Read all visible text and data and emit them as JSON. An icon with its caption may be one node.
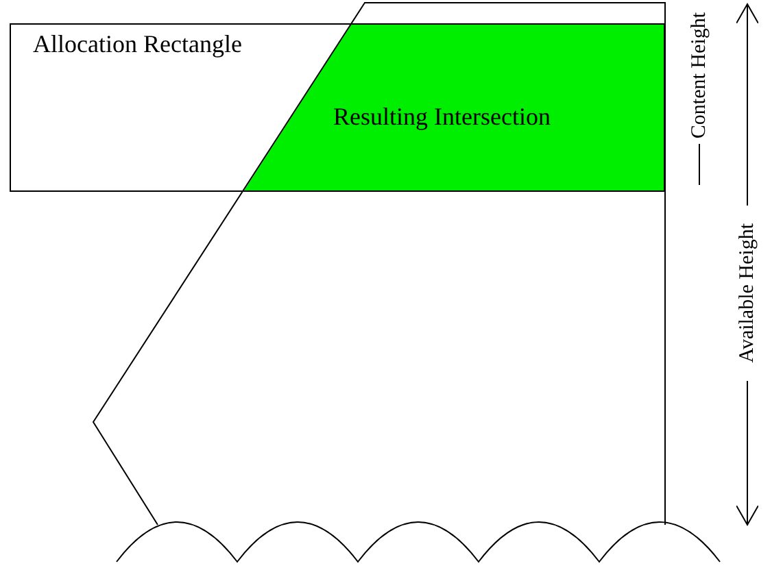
{
  "diagram": {
    "nodes": [
      {
        "text": [
          "Allocation Rectangle"
        ]
      },
      {
        "text": [
          "Resulting Intersection"
        ],
        "in": 0
      }
    ],
    "labels": [
      "Content Height",
      "Available Height"
    ]
  }
}
